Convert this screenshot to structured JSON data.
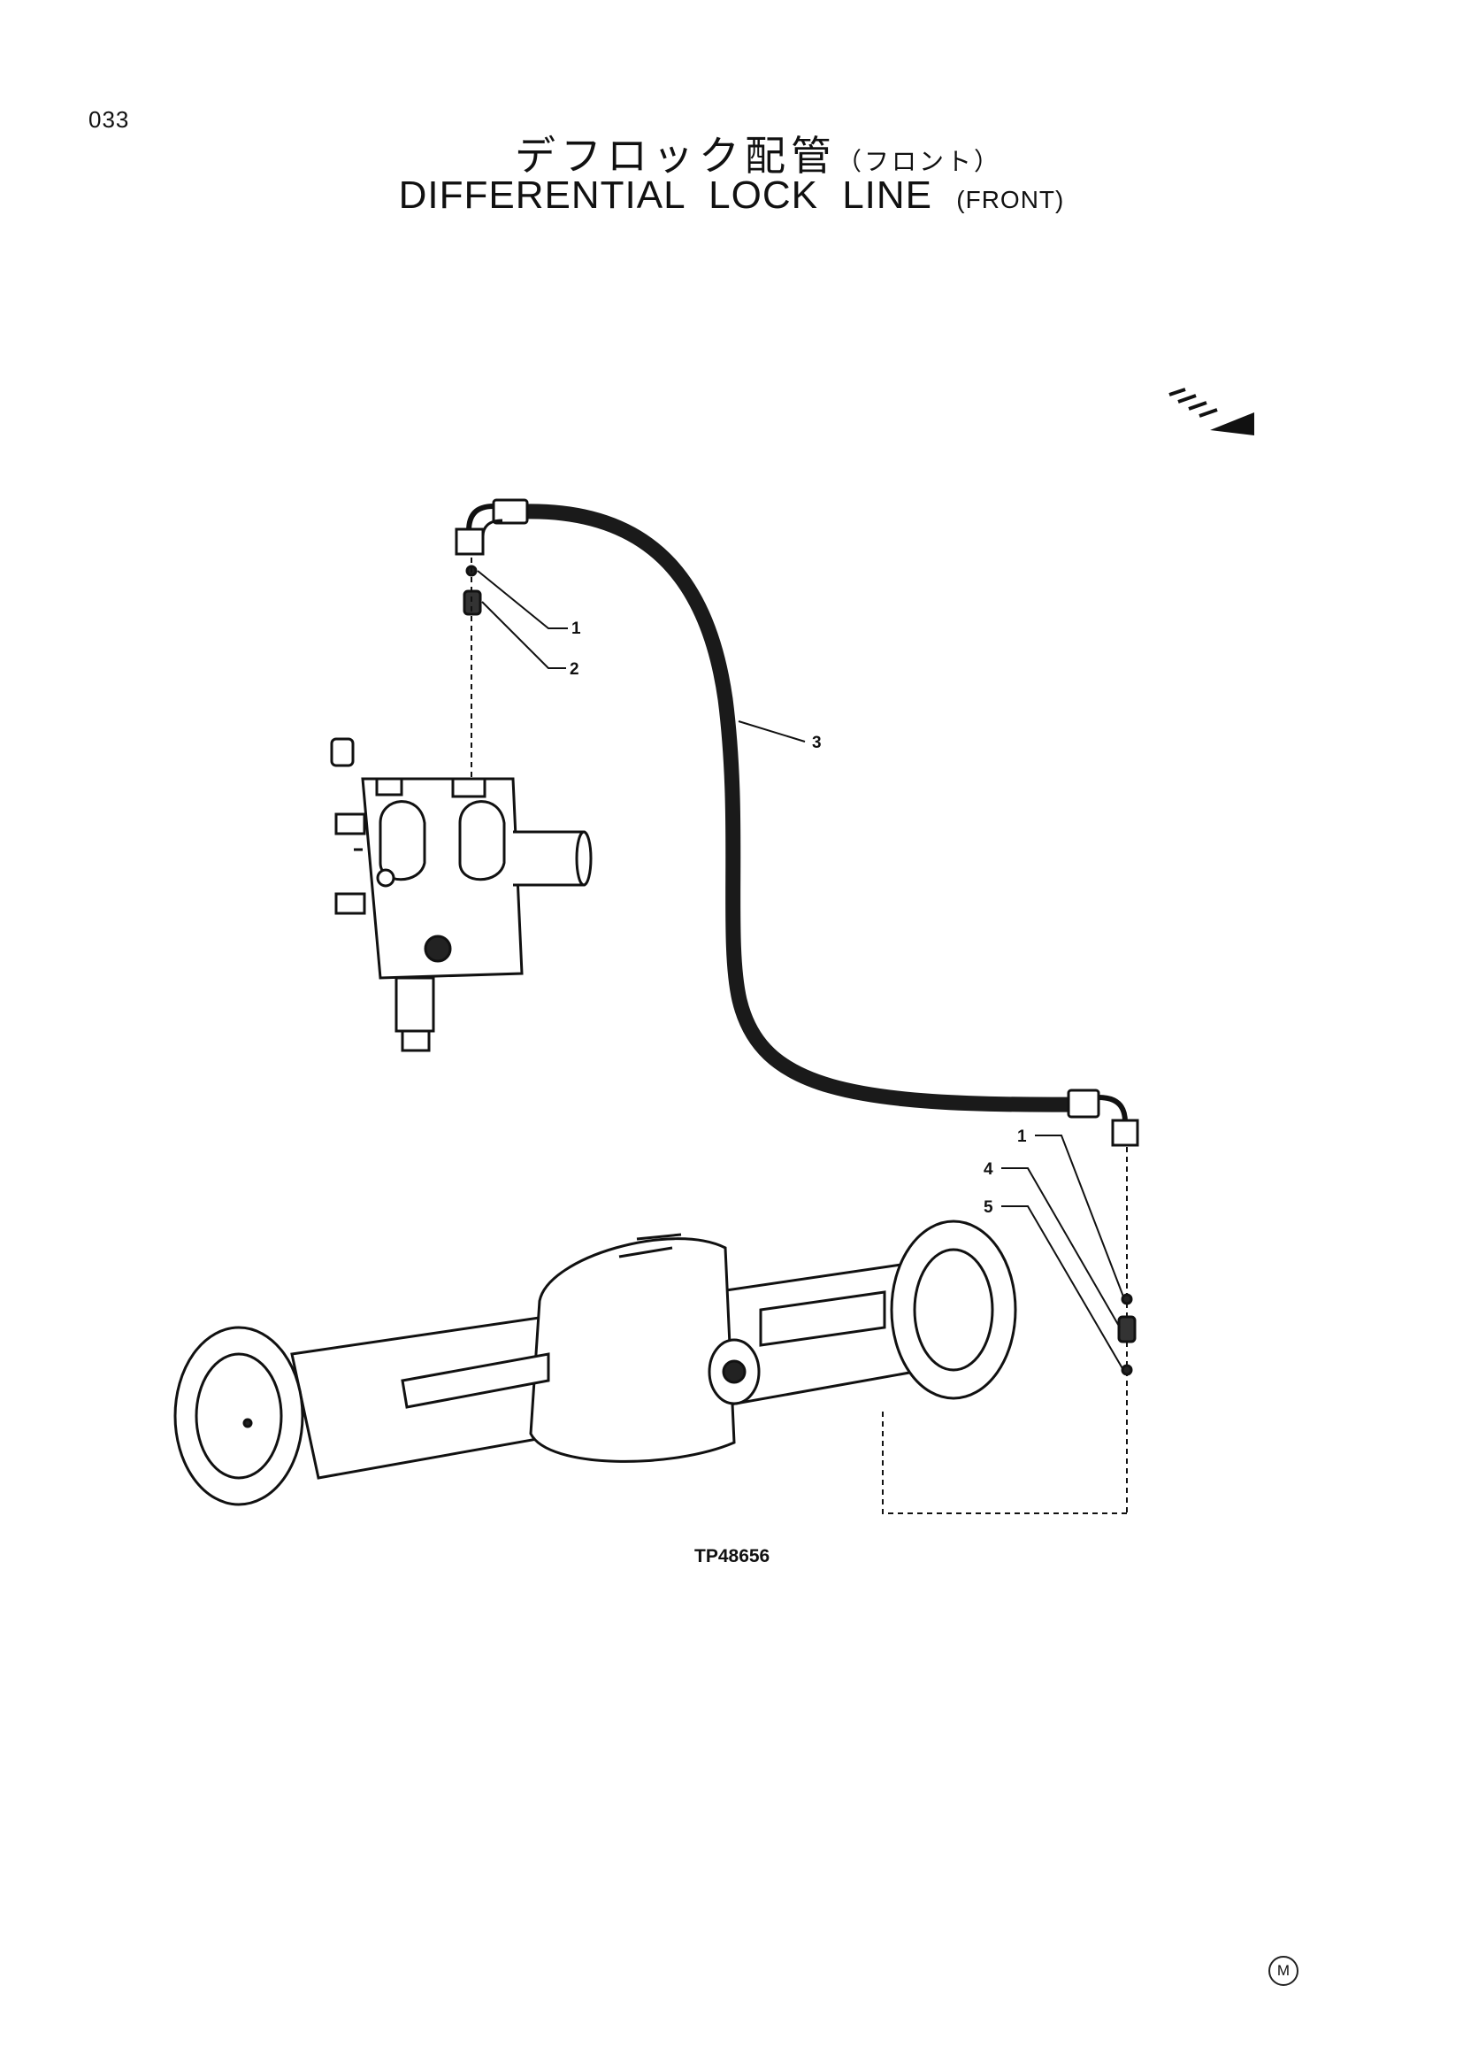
{
  "page": {
    "number": "033"
  },
  "title": {
    "jp_main": "デフロック配管",
    "jp_sub": "（フロント）",
    "en_main": "DIFFERENTIAL LOCK LINE",
    "en_sub": "(FRONT)"
  },
  "callouts": [
    {
      "label": "1"
    },
    {
      "label": "2"
    },
    {
      "label": "3"
    },
    {
      "label": "1"
    },
    {
      "label": "4"
    },
    {
      "label": "5"
    }
  ],
  "figure": {
    "id": "TP48656"
  },
  "footer": {
    "mark": "M"
  },
  "icons": {
    "direction": "direction-arrow-icon"
  }
}
